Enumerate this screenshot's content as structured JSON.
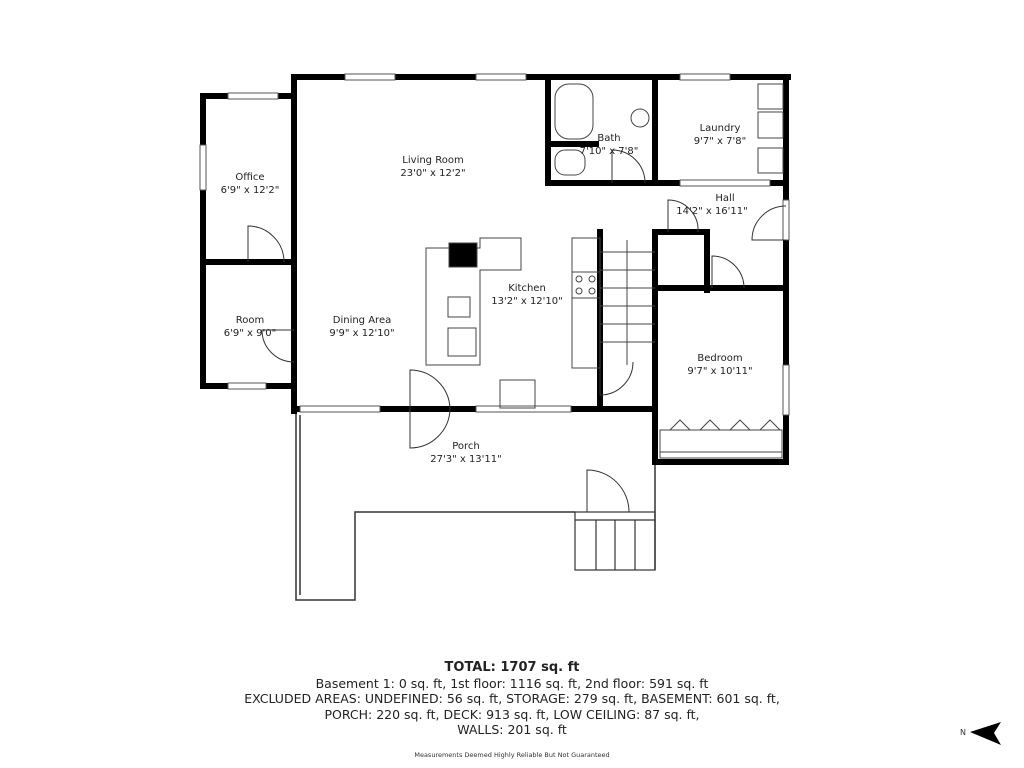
{
  "rooms": [
    {
      "name": "Living Room",
      "size": "23'0\" x 12'2\""
    },
    {
      "name": "Office",
      "size": "6'9\" x 12'2\""
    },
    {
      "name": "Room",
      "size": "6'9\" x 9'0\""
    },
    {
      "name": "Dining Area",
      "size": "9'9\" x 12'10\""
    },
    {
      "name": "Kitchen",
      "size": "13'2\" x 12'10\""
    },
    {
      "name": "Bath",
      "size": "7'10\" x 7'8\""
    },
    {
      "name": "Laundry",
      "size": "9'7\" x 7'8\""
    },
    {
      "name": "Hall",
      "size": "14'2\" x 16'11\""
    },
    {
      "name": "Bedroom",
      "size": "9'7\" x 10'11\""
    },
    {
      "name": "Porch",
      "size": "27'3\" x 13'11\""
    }
  ],
  "summary": {
    "total": "TOTAL: 1707 sq. ft",
    "line1": "Basement 1: 0 sq. ft, 1st floor: 1116 sq. ft, 2nd floor: 591 sq. ft",
    "line2": "EXCLUDED AREAS: UNDEFINED: 56 sq. ft, STORAGE: 279 sq. ft, BASEMENT: 601 sq. ft,",
    "line3": "PORCH: 220 sq. ft, DECK: 913 sq. ft, LOW CEILING: 87 sq. ft,",
    "line4": "WALLS: 201 sq. ft",
    "disclaimer": "Measurements Deemed Highly Reliable But Not Guaranteed"
  },
  "compass": {
    "label": "N",
    "icon": "north-arrow-icon"
  }
}
